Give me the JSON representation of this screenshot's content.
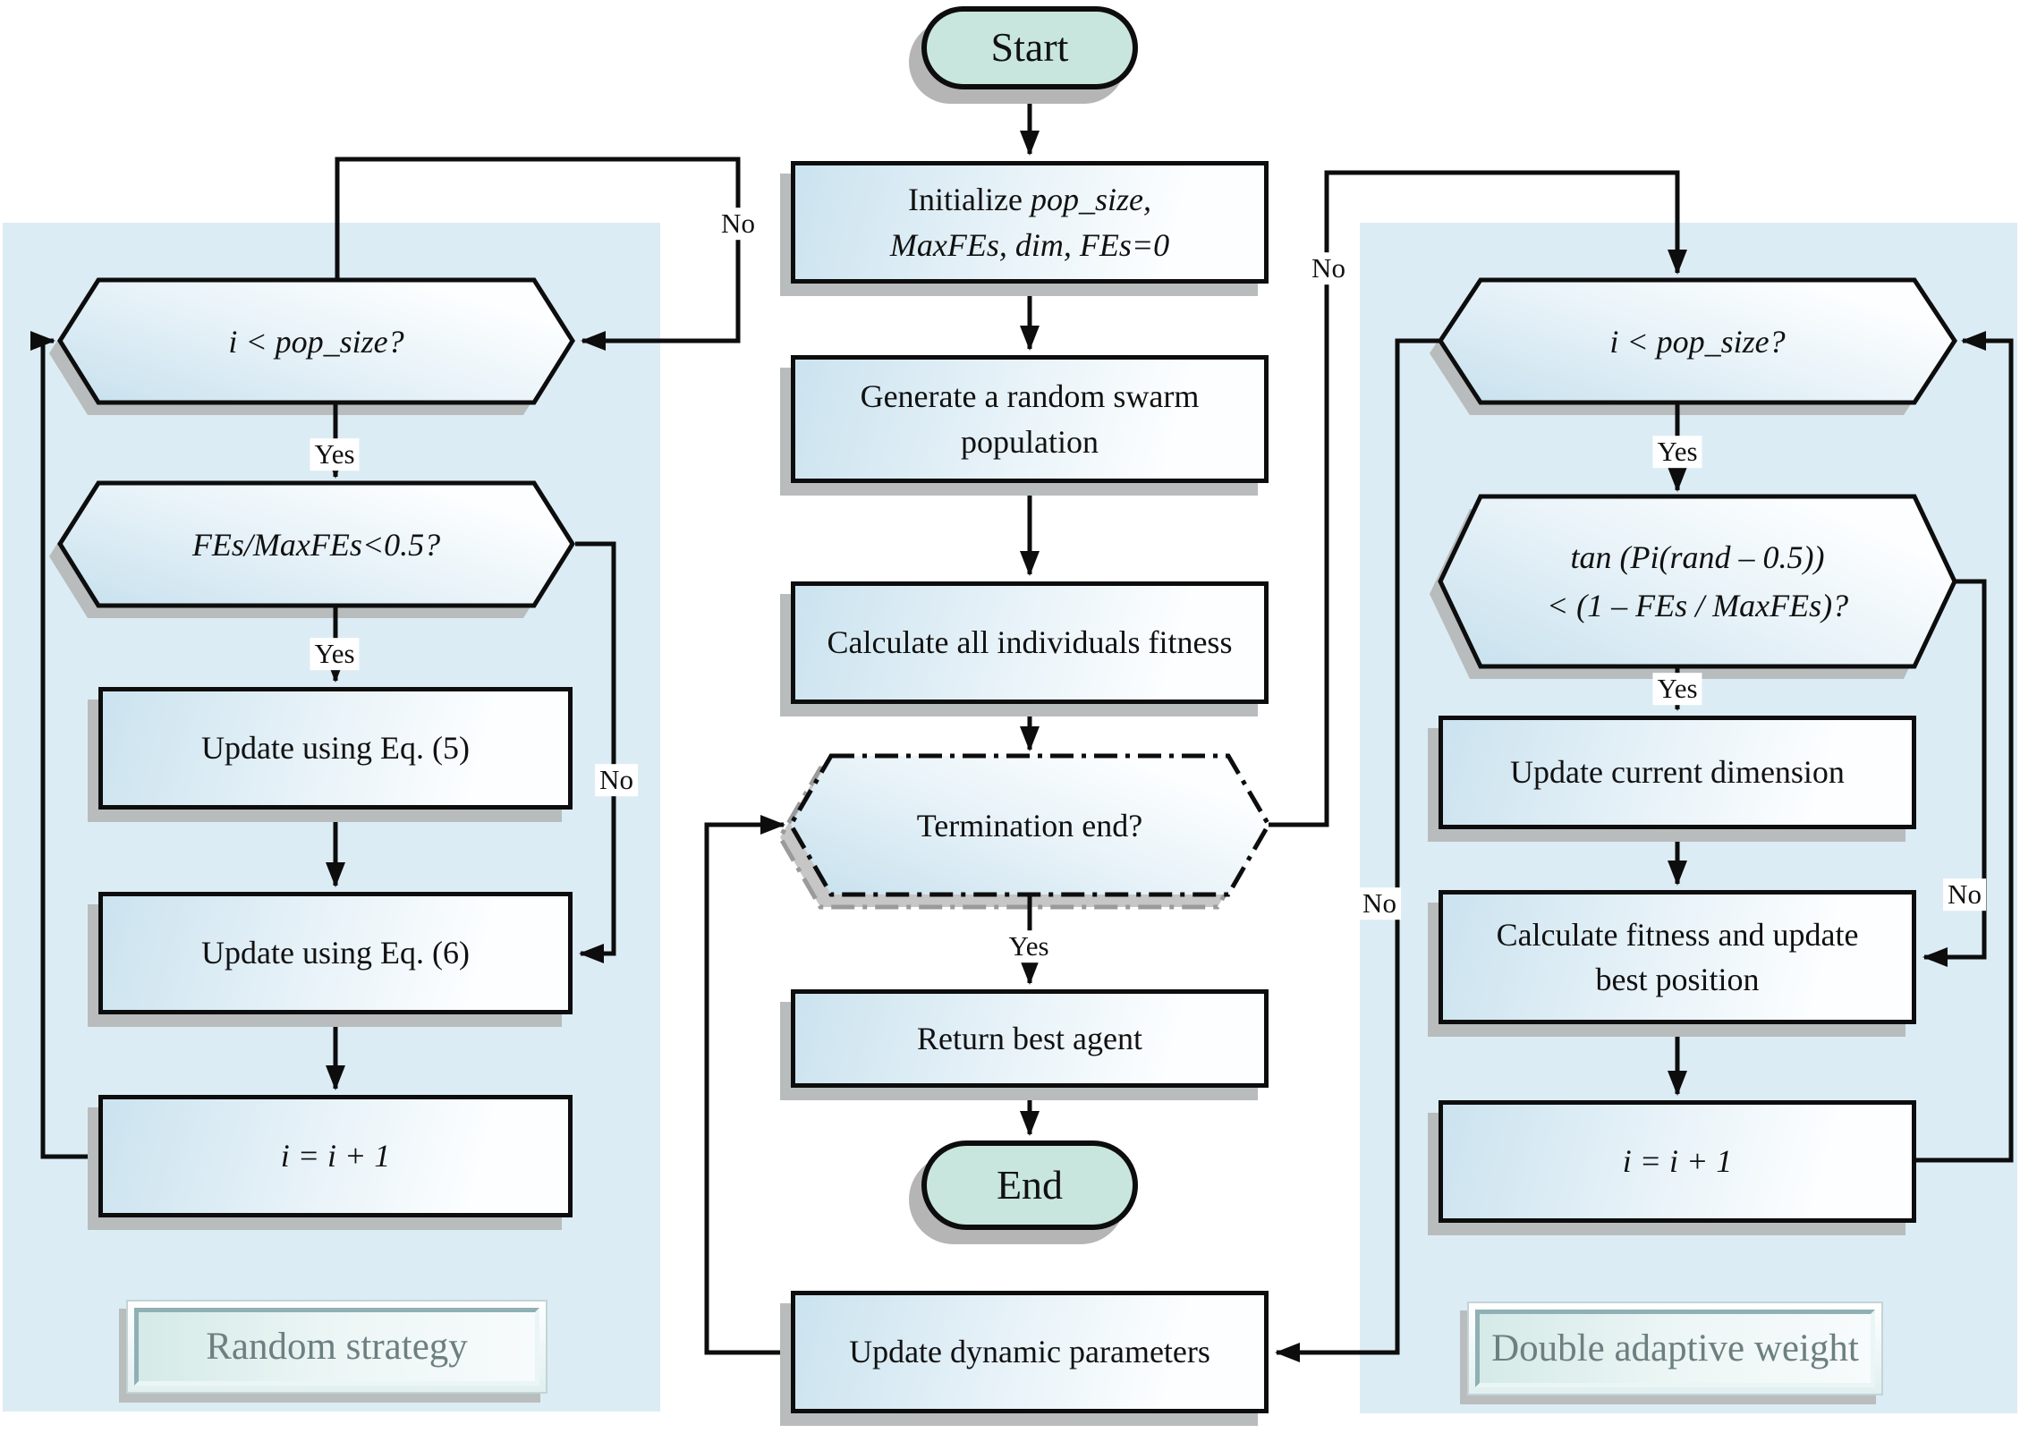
{
  "labels": {
    "yes": "Yes",
    "no": "No"
  },
  "center": {
    "start": "Start",
    "initialize": {
      "line1_roman": "Initialize ",
      "line1_italic": "pop_size,",
      "line2": "MaxFEs, dim, FEs=0"
    },
    "generate": "Generate a random swarm population",
    "calculate": "Calculate all individuals fitness",
    "termination": "Termination end?",
    "return_best": "Return best agent",
    "end": "End",
    "update_params": "Update dynamic parameters"
  },
  "left_panel": {
    "title": "Random strategy",
    "hex_popsize": "i <  pop_size?",
    "hex_fes": "FEs/MaxFEs<0.5?",
    "eq5": "Update using Eq. (5)",
    "eq6": "Update using Eq. (6)",
    "increment": "i = i + 1"
  },
  "right_panel": {
    "title": "Double adaptive weight",
    "hex_popsize": "i <  pop_size?",
    "hex_tan_line1": "tan (Pi(rand – 0.5))",
    "hex_tan_line2": "<  (1 – FEs / MaxFEs)?",
    "update_dim": "Update current dimension",
    "calc_fitness": "Calculate fitness and update best position",
    "increment": "i = i + 1"
  },
  "colors": {
    "node_gradient_start": "#cbe3ef",
    "node_gradient_end": "#fcfeff",
    "pill_fill": "#c8e6dd",
    "panel_fill": "#dcecf5",
    "line_color": "#0d0d0d",
    "shadow_color": "#b8bcbc",
    "title_text": "#6d7f80"
  }
}
